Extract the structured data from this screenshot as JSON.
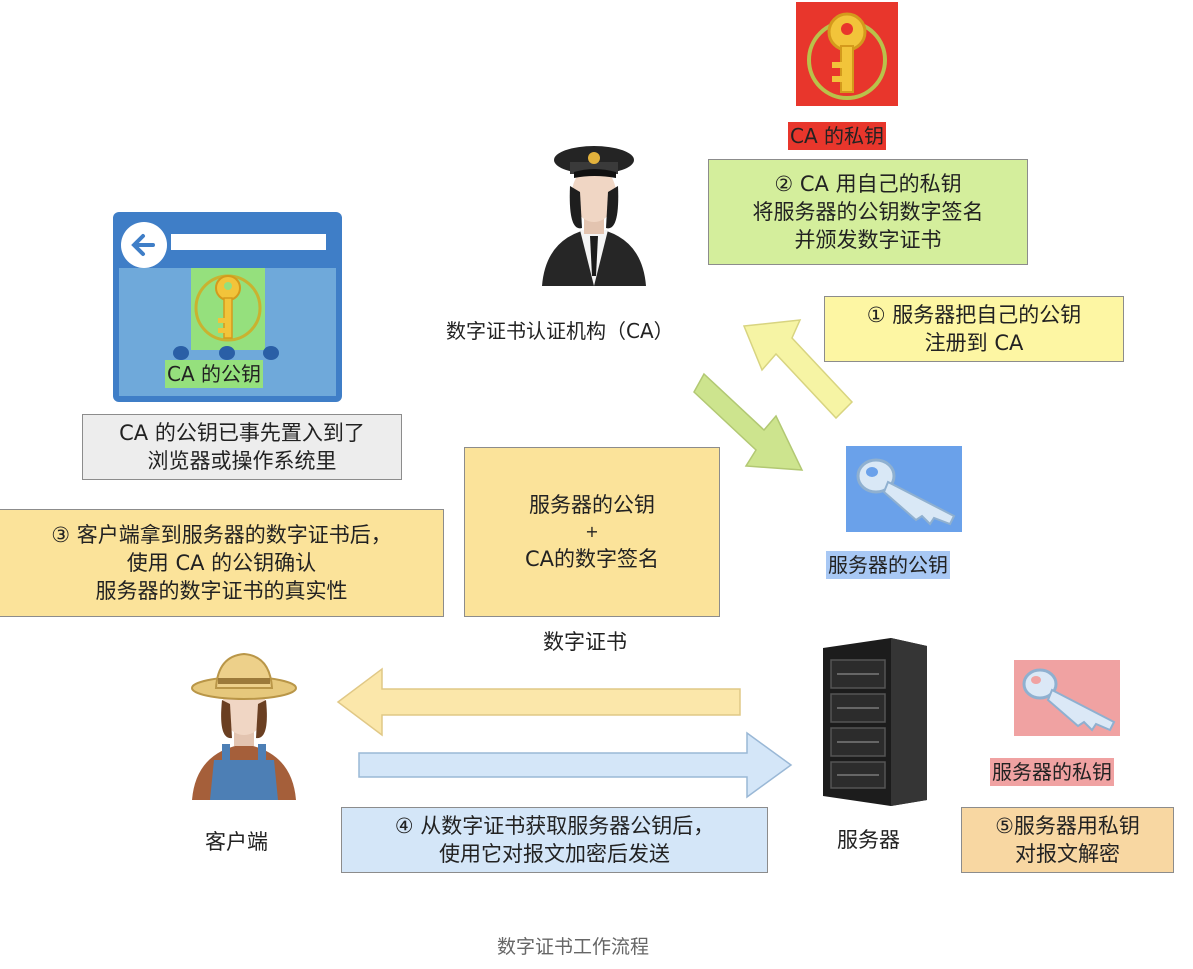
{
  "labels": {
    "ca_private_key": "CA 的私钥",
    "ca_public_key": "CA 的公钥",
    "ca_name": "数字证书认证机构（CA）",
    "server_public_key": "服务器的公钥",
    "server_private_key": "服务器的私钥",
    "client": "客户端",
    "server": "服务器",
    "certificate": "数字证书",
    "caption": "数字证书工作流程"
  },
  "steps": {
    "step1": [
      "① 服务器把自己的公钥",
      "注册到 CA"
    ],
    "step2": [
      "② CA 用自己的私钥",
      "将服务器的公钥数字签名",
      "并颁发数字证书"
    ],
    "step3": [
      "③ 客户端拿到服务器的数字证书后，",
      "使用 CA 的公钥确认",
      "服务器的数字证书的真实性"
    ],
    "step4": [
      "④ 从数字证书获取服务器公钥后，",
      "使用它对报文加密后发送"
    ],
    "step5": [
      "⑤服务器用私钥",
      "对报文解密"
    ]
  },
  "preinstalled_note": [
    "CA 的公钥已事先置入到了",
    "浏览器或操作系统里"
  ],
  "certificate_content": [
    "服务器的公钥",
    "+",
    "CA的数字签名"
  ],
  "colors": {
    "green_box": "#d4ee9c",
    "yellow_box": "#fdf6a3",
    "orange_box": "#fbe39a",
    "blue_box": "#d4e6f8",
    "peach_box": "#f8d7a2",
    "gray_box": "#ededed",
    "ca_private_red": "#e8362c",
    "server_blue": "#6aa1ea",
    "server_private_pink": "#f0a2a2",
    "browser_blue": "#3f7ec7"
  }
}
